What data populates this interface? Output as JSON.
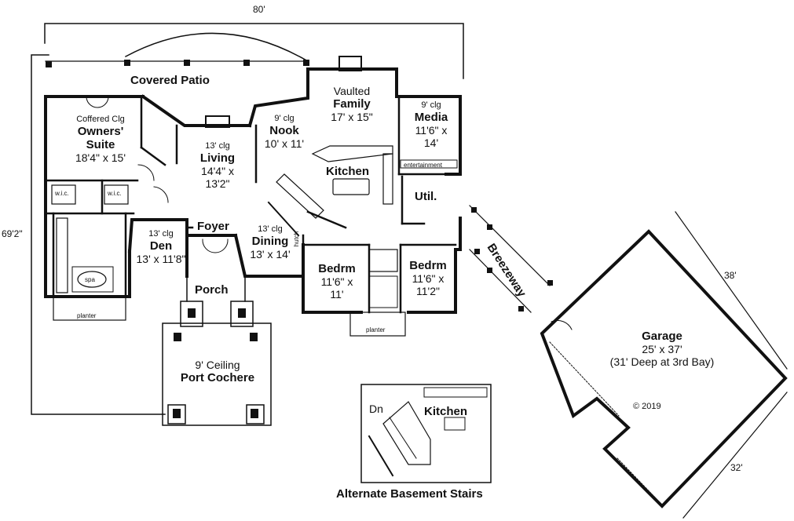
{
  "dimensions": {
    "width_overall": "80'",
    "depth_overall": "69'2\"",
    "garage_side": "38'",
    "garage_depth": "32'"
  },
  "rooms": {
    "covered_patio": "Covered Patio",
    "owners_suite": {
      "ceiling": "Coffered Clg",
      "name": "Owners' Suite",
      "size": "18'4\" x 15'"
    },
    "wic_left": "w.i.c.",
    "wic_right": "w.i.c.",
    "spa": "spa",
    "planter_left": "planter",
    "living": {
      "ceiling": "13' clg",
      "name": "Living",
      "size_line1": "14'4\" x",
      "size_line2": "13'2\""
    },
    "nook": {
      "ceiling": "9' clg",
      "name": "Nook",
      "size": "10' x 11'"
    },
    "family": {
      "ceiling": "Vaulted",
      "name": "Family",
      "size": "17' x 15\""
    },
    "media": {
      "ceiling": "9' clg",
      "name": "Media",
      "size_line1": "11'6\" x",
      "size_line2": "14'",
      "note": "entertainment"
    },
    "kitchen": "Kitchen",
    "util": "Util.",
    "foyer": "Foyer",
    "den": {
      "ceiling": "13' clg",
      "name": "Den",
      "size": "13' x 11'8\""
    },
    "dining": {
      "ceiling": "13' clg",
      "name": "Dining",
      "size": "13' x 14'"
    },
    "hutch": "hutch",
    "bedrm_left": {
      "name": "Bedrm",
      "size_line1": "11'6\" x",
      "size_line2": "11'"
    },
    "bedrm_right": {
      "name": "Bedrm",
      "size_line1": "11'6\" x",
      "size_line2": "11'2\""
    },
    "planter_right": "planter",
    "porch": "Porch",
    "port_cochere": {
      "ceiling": "9' Ceiling",
      "name": "Port Cochere"
    },
    "breezeway": "Breezeway",
    "garage": {
      "name": "Garage",
      "size": "25' x 37'",
      "note": "(31' Deep at 3rd Bay)",
      "copyright": "© 2019"
    }
  },
  "inset": {
    "dn": "Dn",
    "kitchen": "Kitchen",
    "caption": "Alternate Basement Stairs"
  }
}
